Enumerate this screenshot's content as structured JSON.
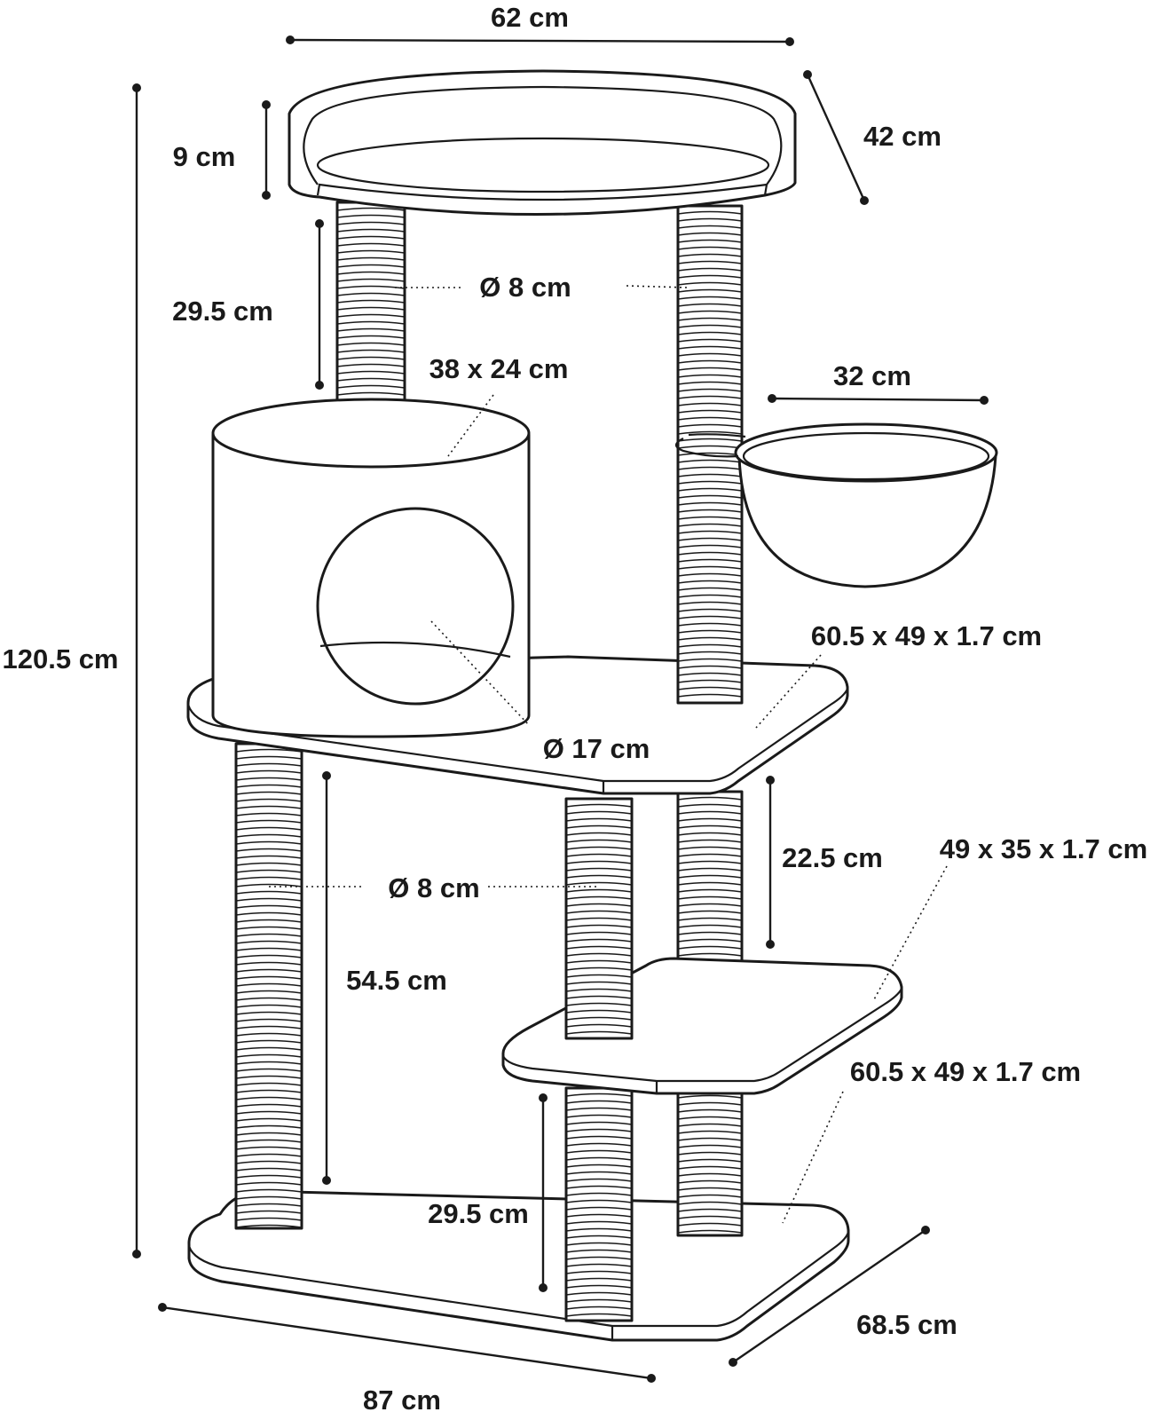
{
  "diagram": {
    "labels": {
      "top_width": "62 cm",
      "top_depth": "42 cm",
      "top_rim_height": "9 cm",
      "upper_post_height": "29.5 cm",
      "upper_post_diameter": "Ø 8 cm",
      "box_size": "38 x 24 cm",
      "hammock_width": "32 cm",
      "total_height": "120.5 cm",
      "middle_platform": "60.5 x 49 x 1.7 cm",
      "entrance_diameter": "Ø 17 cm",
      "middle_post_height": "22.5 cm",
      "step_platform": "49 x 35 x 1.7 cm",
      "lower_post_diameter": "Ø 8 cm",
      "long_post_height": "54.5 cm",
      "base_platform": "60.5 x 49 x 1.7 cm",
      "short_post_height": "29.5 cm",
      "base_depth": "68.5 cm",
      "base_width": "87 cm"
    }
  }
}
